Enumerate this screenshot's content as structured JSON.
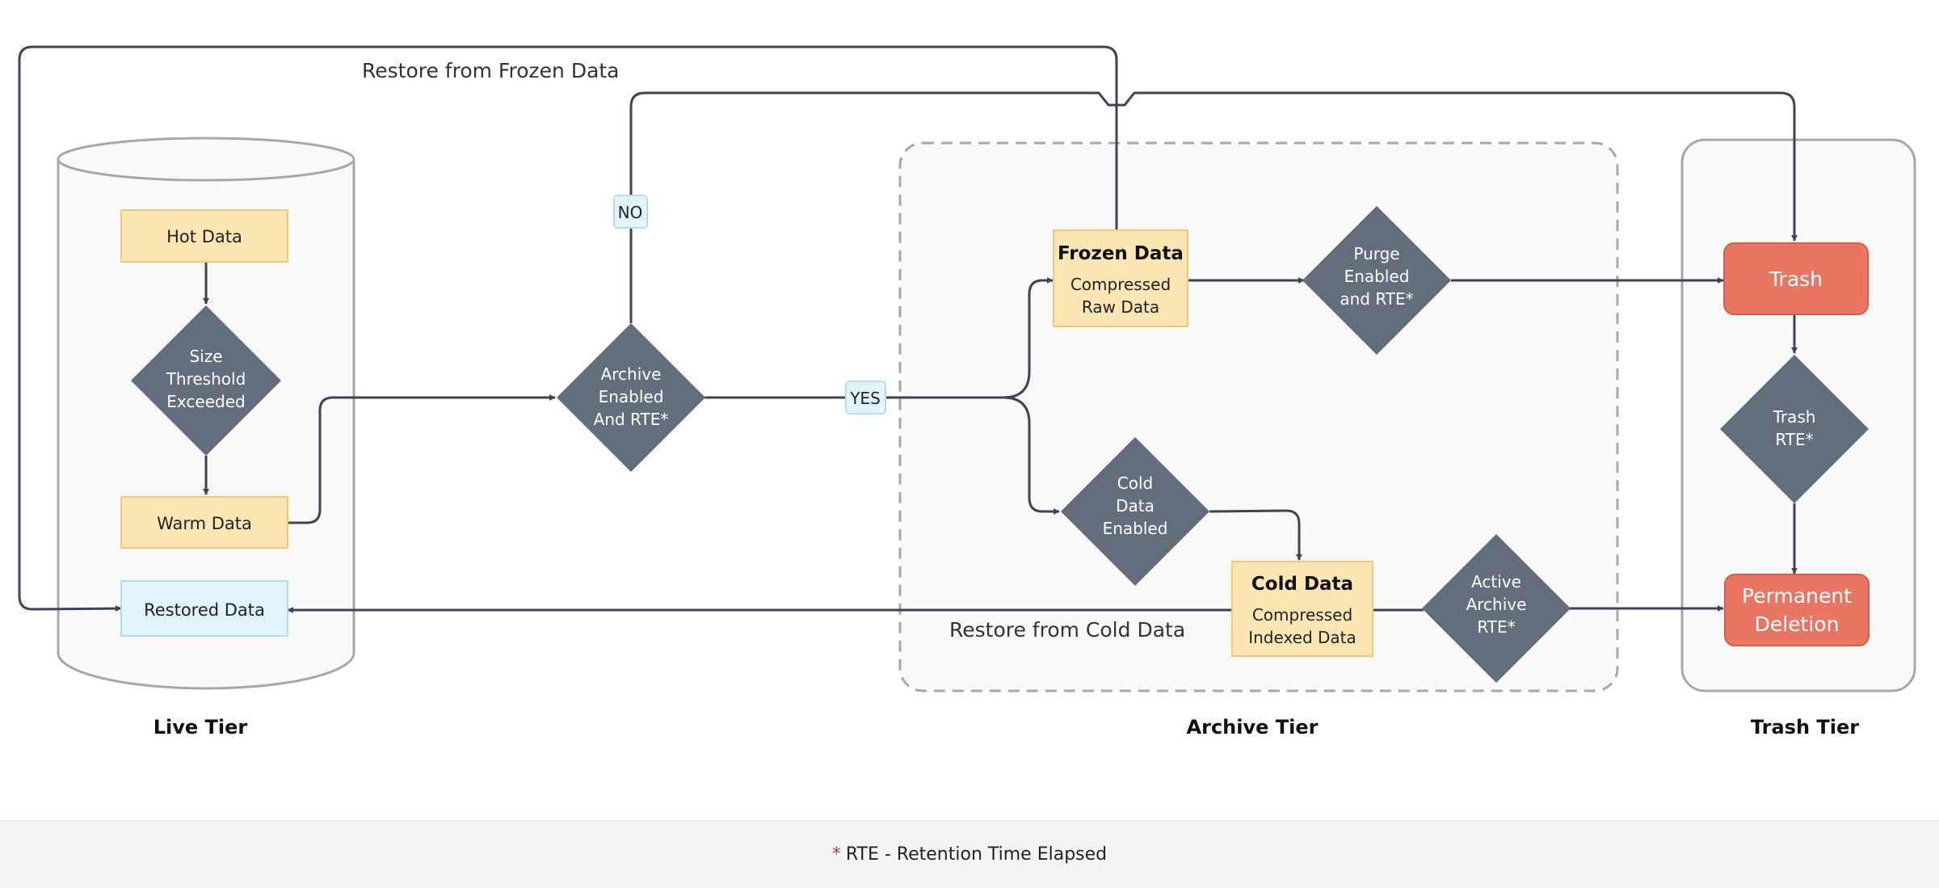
{
  "colors": {
    "yellow_fill": "#fde6b4",
    "yellow_stroke": "#f0c87a",
    "blue_fill": "#e1f4fb",
    "blue_stroke": "#b9dbe8",
    "diamond_fill": "#636e7d",
    "red_fill": "#e97563",
    "red_stroke": "#d45e4c",
    "line": "#3d4452",
    "star": "#c0392b"
  },
  "nodes": {
    "hot_data": "Hot Data",
    "size_threshold": [
      "Size",
      "Threshold",
      "Exceeded"
    ],
    "warm_data": "Warm Data",
    "restored_data": "Restored Data",
    "archive_enabled": [
      "Archive",
      "Enabled",
      "And RTE*"
    ],
    "frozen_title": "Frozen Data",
    "frozen_sub": [
      "Compressed",
      "Raw Data"
    ],
    "purge_enabled": [
      "Purge",
      "Enabled",
      "and RTE*"
    ],
    "cold_enabled": [
      "Cold",
      "Data",
      "Enabled"
    ],
    "cold_title": "Cold Data",
    "cold_sub": [
      "Compressed",
      "Indexed Data"
    ],
    "active_archive": [
      "Active",
      "Archive",
      "RTE*"
    ],
    "trash": "Trash",
    "trash_rte": [
      "Trash",
      "RTE*"
    ],
    "permanent_deletion": [
      "Permanent",
      "Deletion"
    ]
  },
  "labels": {
    "no": "NO",
    "yes": "YES",
    "restore_frozen": "Restore from Frozen Data",
    "restore_cold": "Restore from Cold Data"
  },
  "tiers": {
    "live": "Live Tier",
    "archive": "Archive Tier",
    "trash": "Trash Tier"
  },
  "footer": {
    "star": "*",
    "text": "RTE - Retention Time Elapsed"
  }
}
